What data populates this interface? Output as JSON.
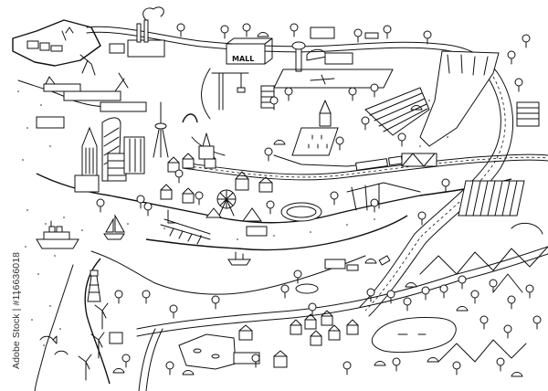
{
  "illustration": {
    "style": "hand-drawn black and white line art",
    "subject": "city map",
    "colors": {
      "ink": "#111111",
      "paper": "#ffffff"
    },
    "labels": {
      "mall_sign": "MALL"
    },
    "watermark": "Adobe Stock | #116636018",
    "landmarks": [
      {
        "name": "industrial port",
        "region": "top-left"
      },
      {
        "name": "factory with smokestacks",
        "region": "top-left"
      },
      {
        "name": "cargo cranes and ships",
        "region": "top-left"
      },
      {
        "name": "shopping mall",
        "region": "top-center"
      },
      {
        "name": "construction crane",
        "region": "top-center"
      },
      {
        "name": "airport with control tower and plane",
        "region": "top-center-right"
      },
      {
        "name": "plowed farm fields",
        "region": "top-right"
      },
      {
        "name": "dam and reservoir",
        "region": "top-right"
      },
      {
        "name": "skyscrapers downtown",
        "region": "center-left"
      },
      {
        "name": "TV tower",
        "region": "center-left"
      },
      {
        "name": "roller coaster",
        "region": "center"
      },
      {
        "name": "church with steeple",
        "region": "center"
      },
      {
        "name": "ferris wheel and amusement park",
        "region": "center"
      },
      {
        "name": "stadium",
        "region": "center"
      },
      {
        "name": "railway with train and bridge",
        "region": "center-right"
      },
      {
        "name": "river",
        "region": "center"
      },
      {
        "name": "cruise ship",
        "region": "left"
      },
      {
        "name": "sailboat",
        "region": "left"
      },
      {
        "name": "lighthouse",
        "region": "bottom-left"
      },
      {
        "name": "wind turbines",
        "region": "bottom-left"
      },
      {
        "name": "animal pasture",
        "region": "bottom-center"
      },
      {
        "name": "village houses",
        "region": "bottom-center"
      },
      {
        "name": "forest and hills with lake",
        "region": "bottom-right"
      }
    ]
  }
}
